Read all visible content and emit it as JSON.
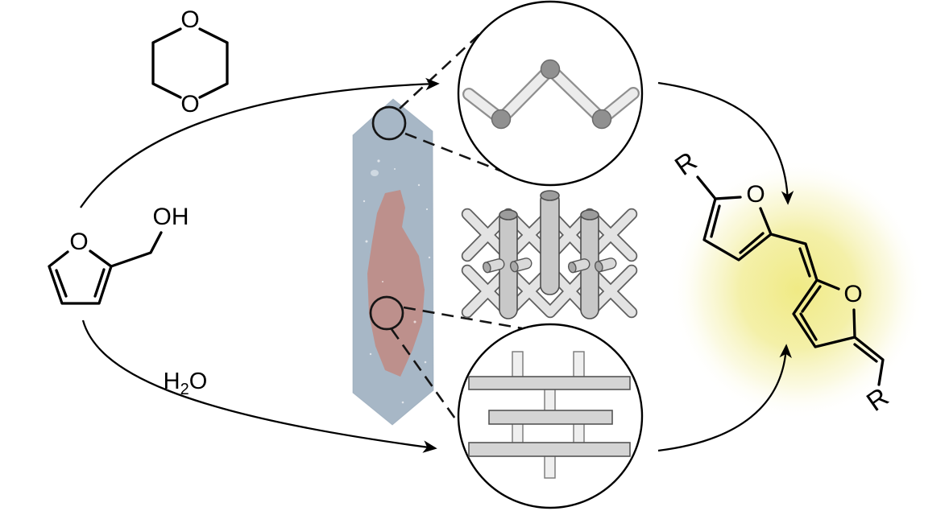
{
  "figure": {
    "kind": "reaction-scheme-diagram",
    "labels": {
      "dioxane_o_top": "O",
      "dioxane_o_bottom": "O",
      "furan_o": "O",
      "hydroxyl": "OH",
      "water_h": "H",
      "water_sub": "2",
      "water_o": "O",
      "product_ring1_o": "O",
      "product_ring2_o": "O",
      "r_group_1": "R",
      "r_group_2": "R"
    },
    "motifs": {
      "top_inset": "zigzag-chain-ball-and-stick",
      "middle": "crossed-rod-network",
      "bottom_inset": "pillared-layers",
      "center": "crystal-with-red-inclusion-and-two-magnified-spots"
    },
    "colors": {
      "crystal_blue": "#a7b7c6",
      "crystal_edge": "#8fa2b3",
      "inclusion_red": "#bf8c87",
      "glow_yellow": "#efe97e",
      "rod_gray": "#c8c8c8",
      "strut_gray": "#e3e3e3",
      "bar_gray": "#d4d4d4",
      "stub_gray": "#efefef",
      "node_gray": "#909090",
      "line_black": "#000000"
    }
  }
}
